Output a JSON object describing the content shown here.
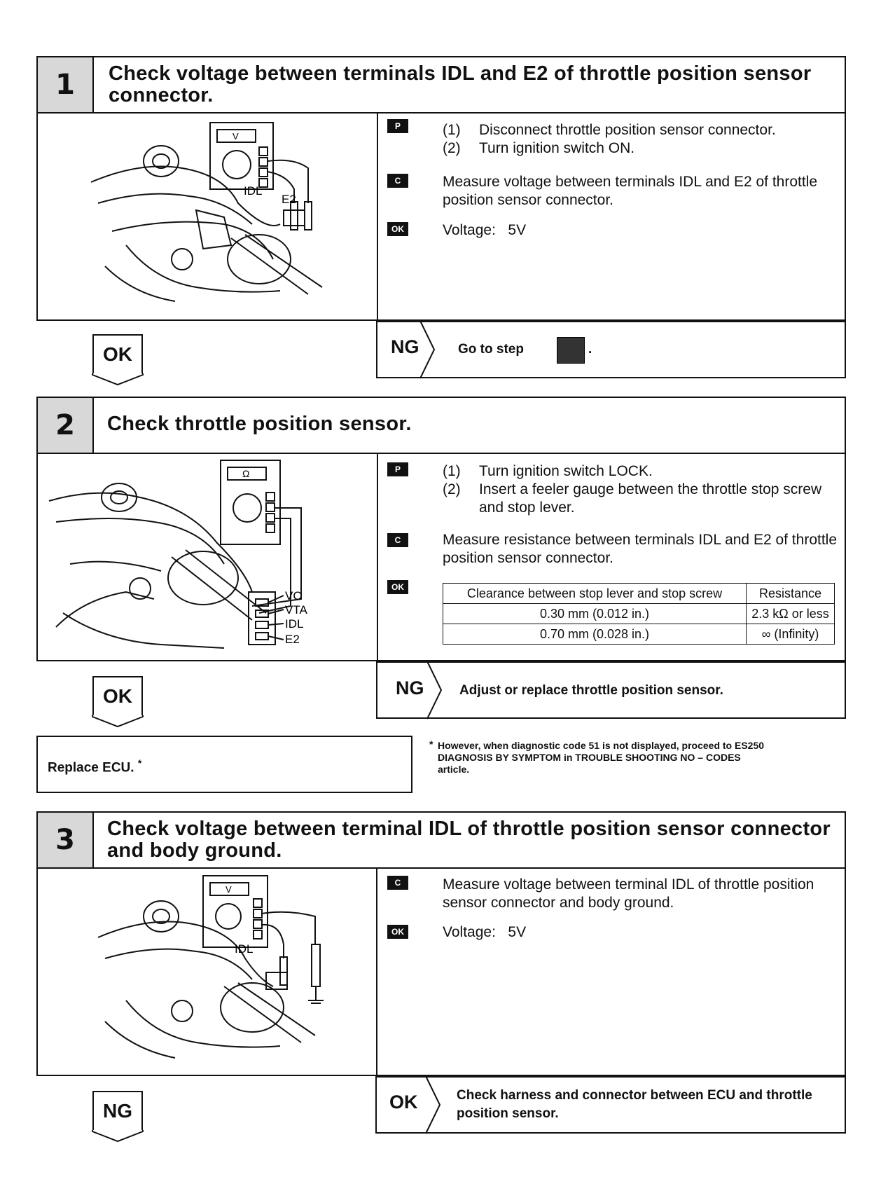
{
  "steps": [
    {
      "number": "1",
      "title": "Check voltage between terminals IDL and E2 of throttle position sensor connector.",
      "illustration": {
        "meter_symbol": "V",
        "labels": [
          "IDL",
          "E2"
        ]
      },
      "prep": [
        "Disconnect throttle position sensor connector.",
        "Turn ignition switch ON."
      ],
      "check": "Measure voltage between terminals IDL and E2 of throttle position sensor connector.",
      "ok": "Voltage:   5V",
      "left_badge": "OK",
      "right_result": {
        "badge": "NG",
        "text": "Go to step"
      }
    },
    {
      "number": "2",
      "title": "Check throttle position sensor.",
      "illustration": {
        "meter_symbol": "Ω",
        "labels": [
          "VC",
          "VTA",
          "IDL",
          "E2"
        ]
      },
      "prep": [
        "Turn ignition switch LOCK.",
        "Insert a feeler gauge between the throttle stop screw and stop lever."
      ],
      "check": "Measure resistance between terminals IDL and E2 of throttle position sensor connector.",
      "table": {
        "headers": [
          "Clearance between stop lever and stop screw",
          "Resistance"
        ],
        "rows": [
          [
            "0.30 mm (0.012 in.)",
            "2.3 kΩ or less"
          ],
          [
            "0.70 mm (0.028 in.)",
            "∞ (Infinity)"
          ]
        ]
      },
      "left_badge": "OK",
      "right_result": {
        "badge": "NG",
        "text": "Adjust or replace throttle position sensor."
      }
    },
    {
      "number": "3",
      "title": "Check voltage between terminal IDL of throttle position sensor connector and body ground.",
      "illustration": {
        "meter_symbol": "V",
        "labels": [
          "IDL"
        ]
      },
      "check": "Measure voltage between terminal IDL of throttle position sensor connector and body ground.",
      "ok": "Voltage:   5V",
      "left_badge": "NG",
      "right_result": {
        "badge": "OK",
        "text": "Check harness and connector between ECU and throttle position sensor."
      }
    }
  ],
  "prep_numbers": [
    "(1)",
    "(2)"
  ],
  "tags": {
    "prep": "P",
    "check": "C",
    "ok": "OK"
  },
  "replace_ecu": "Replace ECU.",
  "asterisk": "*",
  "footnote": "However, when diagnostic code 51 is not displayed, proceed to ES250 DIAGNOSIS BY SYMPTOM in TROUBLE SHOOTING NO – CODES article.",
  "period": "."
}
